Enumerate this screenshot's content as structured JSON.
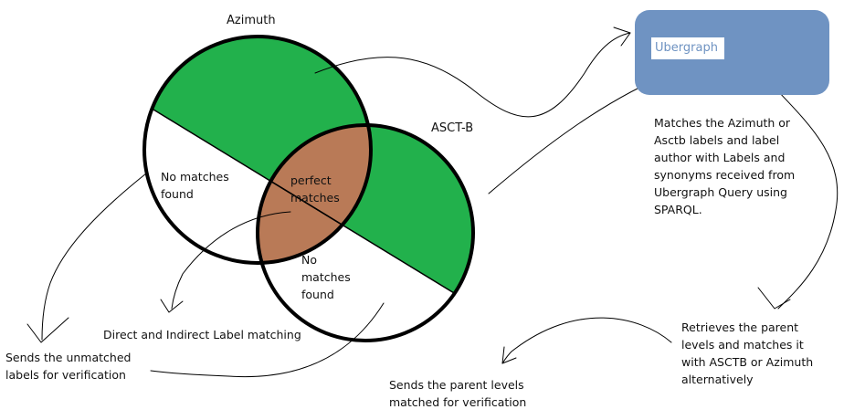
{
  "circles": {
    "azimuth": {
      "label": "Azimuth"
    },
    "asctb": {
      "label": "ASCT-B"
    }
  },
  "regions": {
    "azimuth_unmatched": "No matches\nfound",
    "overlap": "perfect\nmatches",
    "asctb_unmatched": "No\nmatches\nfound"
  },
  "ubergraph": {
    "label": "Ubergraph",
    "description": "Matches the Azimuth or\nAsctb labels and label\nauthor with Labels and\nsynonyms received from\nUbergraph Query using\nSPARQL."
  },
  "notes": {
    "direct_indirect": "Direct and Indirect Label matching",
    "sends_unmatched": "Sends the unmatched\nlabels for verification",
    "sends_parent": "Sends the parent levels\nmatched for verification",
    "retrieves_parent": "Retrieves the parent\nlevels and matches it\nwith ASCTB or Azimuth\nalternatively"
  },
  "colors": {
    "matched_fill": "#22b14c",
    "overlap_fill": "#b97a57",
    "unmatched_fill": "#ffffff",
    "outline": "#000000",
    "ubergraph_box": "#6f93c2"
  }
}
